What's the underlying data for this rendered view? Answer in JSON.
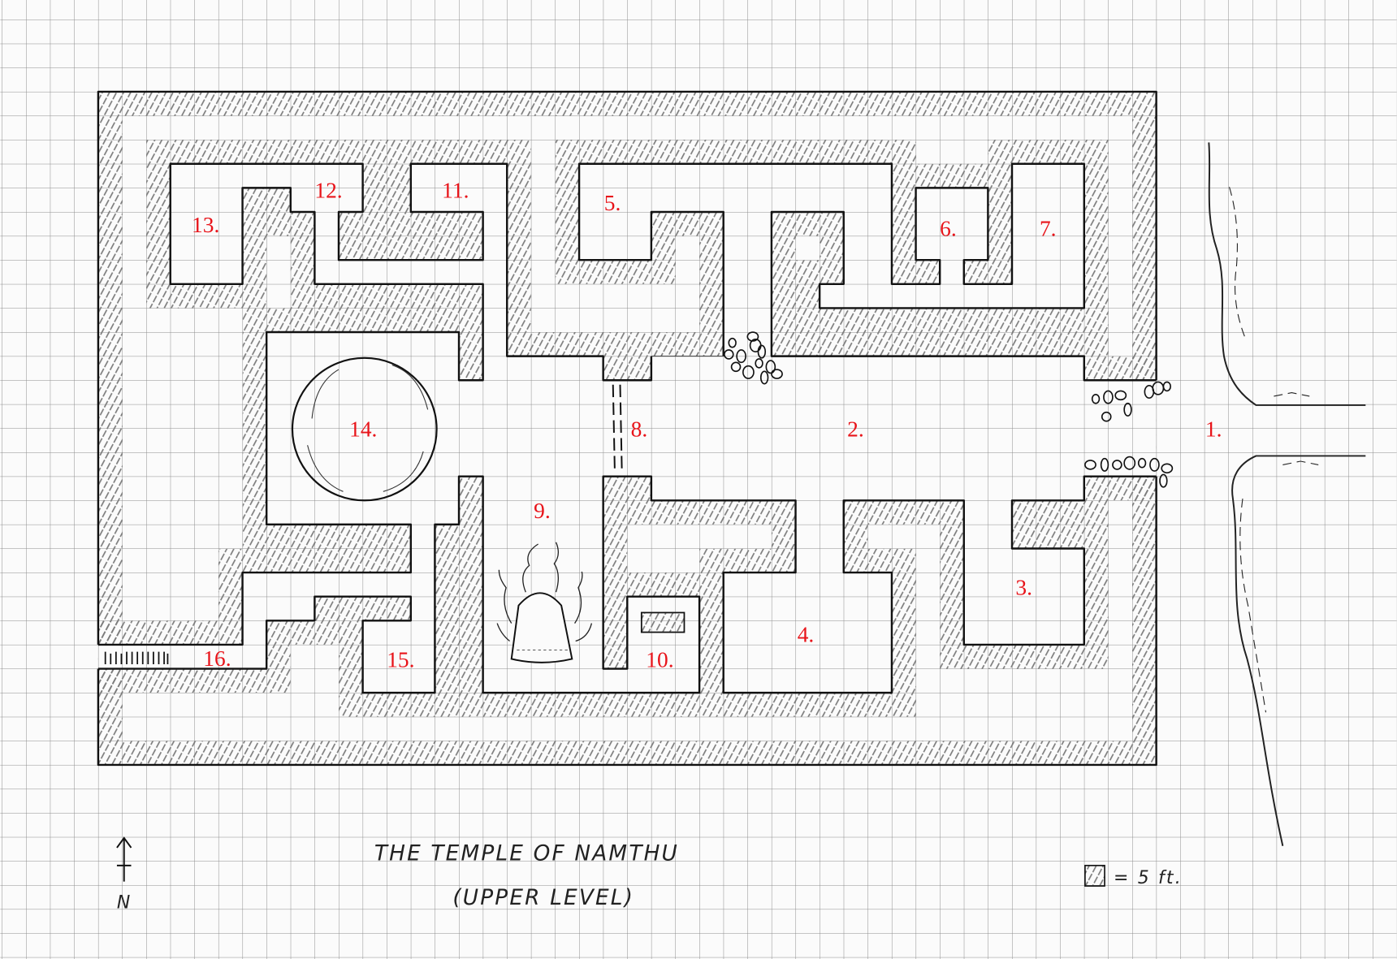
{
  "map": {
    "title": "THE TEMPLE OF NAMTHU",
    "subtitle": "(UPPER LEVEL)",
    "compass_label": "N",
    "scale_legend": "= 5 ft.",
    "rooms": [
      "1.",
      "2.",
      "3.",
      "4.",
      "5.",
      "6.",
      "7.",
      "8.",
      "9.",
      "10.",
      "11.",
      "12.",
      "13.",
      "14.",
      "15.",
      "16."
    ]
  },
  "colors": {
    "paper": "#fbfbfb",
    "grid": "#8c8c8c",
    "wall": "#111111",
    "hatch": "#7a7a7a",
    "room_label": "#e8141a"
  }
}
